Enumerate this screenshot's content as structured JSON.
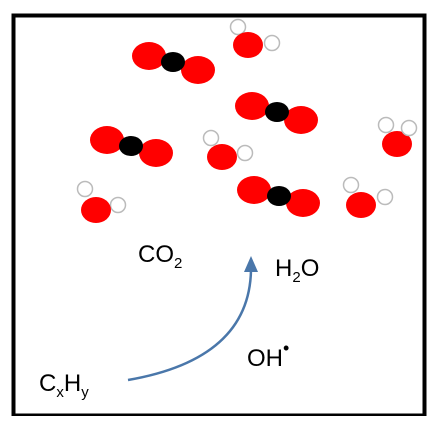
{
  "labels": {
    "co2": {
      "main": "CO",
      "sub": "2"
    },
    "h2o": {
      "main1": "H",
      "sub": "2",
      "main2": "O"
    },
    "oh": {
      "main": "OH",
      "sup": "•"
    },
    "cxhy": {
      "c": "C",
      "sub_x": "x",
      "h": "H",
      "sub_y": "y"
    }
  },
  "colors": {
    "oxygen": "#ff0000",
    "carbon": "#000000",
    "hydrogen": "#ffffff",
    "arrow": "#4a77aa",
    "frame": "#000000"
  }
}
